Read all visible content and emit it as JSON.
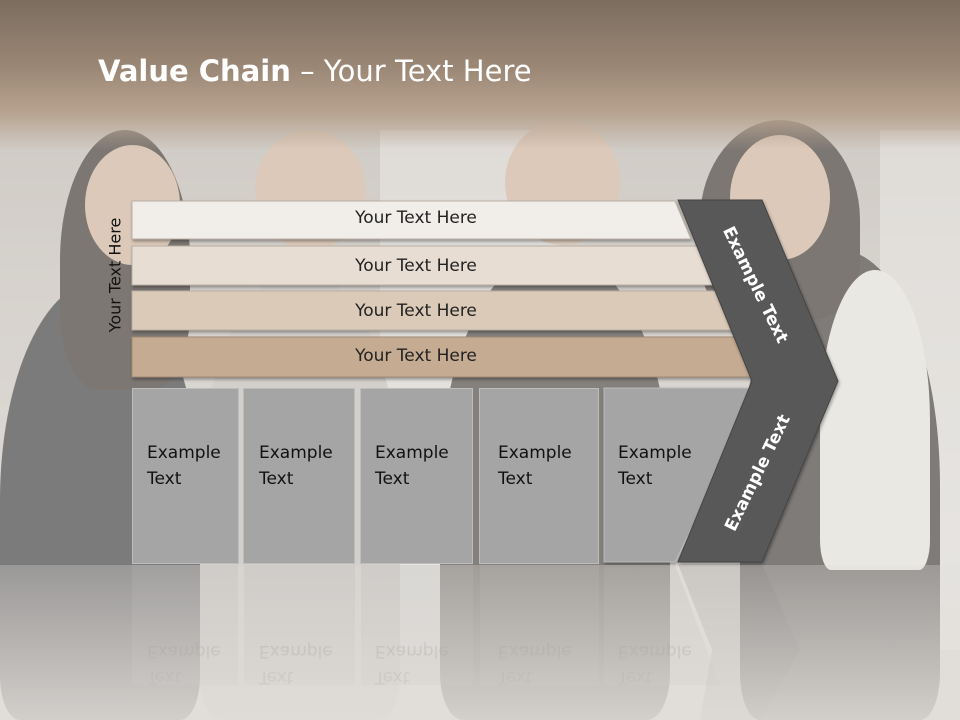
{
  "slide": {
    "title_bold": "Value Chain",
    "title_rest": " – Your Text Here",
    "side_label": "Your Text Here"
  },
  "rows": [
    {
      "label": "Your Text Here",
      "color": "#f1eeea"
    },
    {
      "label": "Your Text Here",
      "color": "#e7ddd3"
    },
    {
      "label": "Your Text Here",
      "color": "#dccab8"
    },
    {
      "label": "Your Text Here",
      "color": "#c5ab91"
    }
  ],
  "columns": [
    {
      "line1": "Example",
      "line2": "Text"
    },
    {
      "line1": "Example",
      "line2": "Text"
    },
    {
      "line1": "Example",
      "line2": "Text"
    },
    {
      "line1": "Example",
      "line2": "Text"
    },
    {
      "line1": "Example",
      "line2": "Text"
    }
  ],
  "chevron": {
    "upper_text": "Example Text",
    "lower_text": "Example Text",
    "color": "#595959"
  }
}
